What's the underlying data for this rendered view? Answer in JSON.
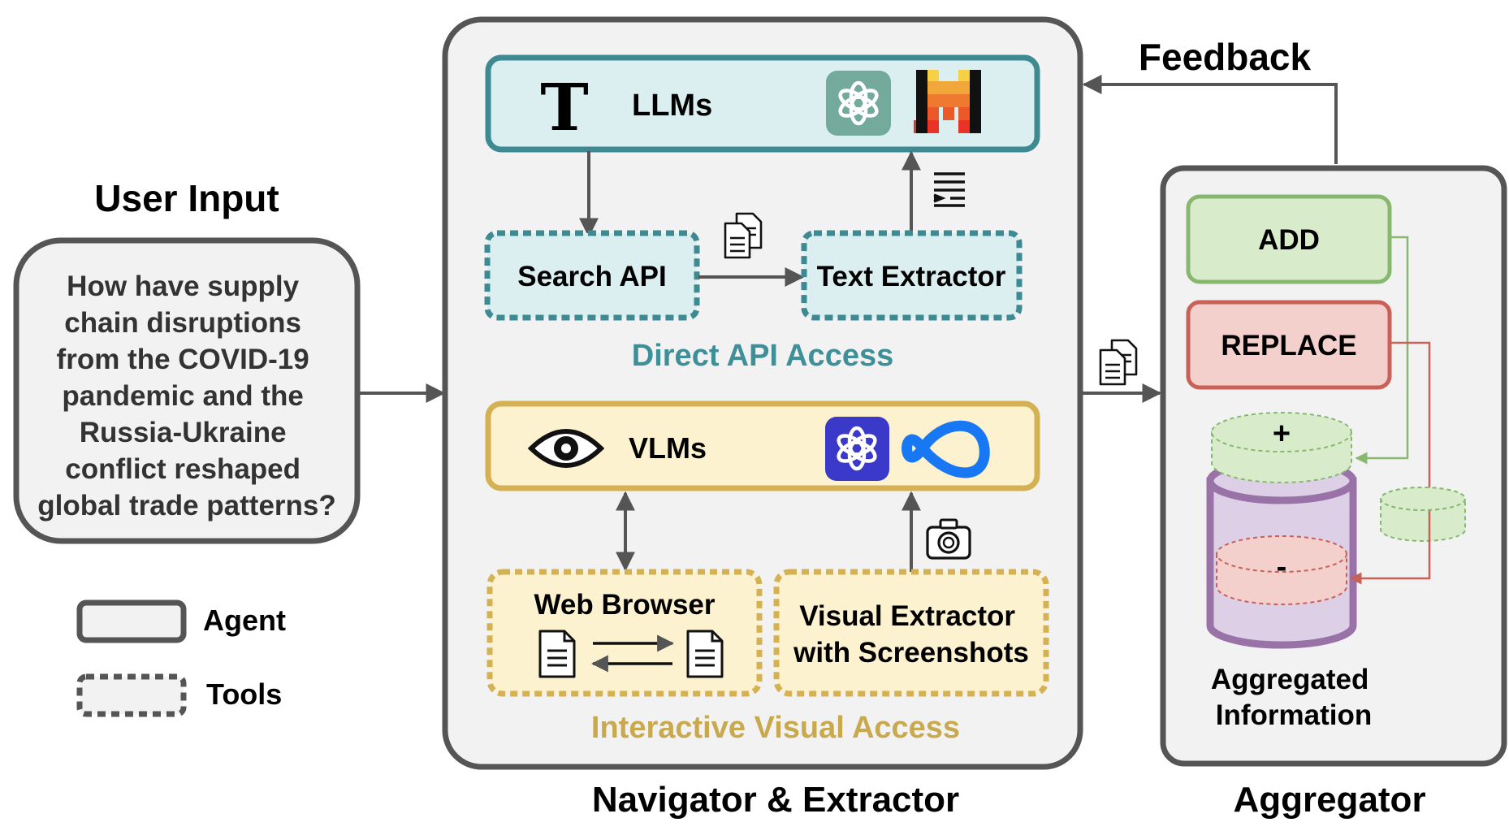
{
  "user_input": {
    "heading": "User Input",
    "question_lines": [
      "How have supply",
      "chain disruptions",
      "from the COVID-19",
      "pandemic and the",
      "Russia-Ukraine",
      "conflict reshaped",
      "global trade patterns?"
    ]
  },
  "legend": {
    "agent_label": "Agent",
    "tools_label": "Tools"
  },
  "navigator": {
    "title": "Navigator & Extractor",
    "llms": {
      "label": "LLMs",
      "glyph": "T",
      "icons": [
        "openai-icon",
        "mistral-icon"
      ]
    },
    "search_api": {
      "label": "Search API"
    },
    "text_extractor": {
      "label": "Text Extractor"
    },
    "direct_caption": "Direct API Access",
    "vlms": {
      "label": "VLMs",
      "icons": [
        "eye-icon",
        "openai-icon",
        "meta-icon"
      ]
    },
    "web_browser": {
      "label": "Web Browser"
    },
    "visual_extractor": {
      "lines": [
        "Visual Extractor",
        "with Screenshots"
      ]
    },
    "interactive_caption": "Interactive Visual Access"
  },
  "feedback_label": "Feedback",
  "aggregator": {
    "title": "Aggregator",
    "add_label": "ADD",
    "replace_label": "REPLACE",
    "plus_sign": "+",
    "minus_sign": "-",
    "info_lines": [
      "Aggregated",
      "Information"
    ]
  },
  "colors": {
    "agent_border": "#555555",
    "agent_fill": "#f2f2f2",
    "llm_border": "#3e8a93",
    "llm_fill": "#dbeef0",
    "direct_text": "#3e8f98",
    "vlm_border": "#d4b254",
    "vlm_fill": "#fdf2cf",
    "interactive_text": "#c9a94e",
    "add_border": "#88b86f",
    "add_fill": "#d8eccc",
    "replace_border": "#c96158",
    "replace_fill": "#f4d0cc",
    "db_border": "#9973a8",
    "db_fill": "#ddd0e6"
  }
}
